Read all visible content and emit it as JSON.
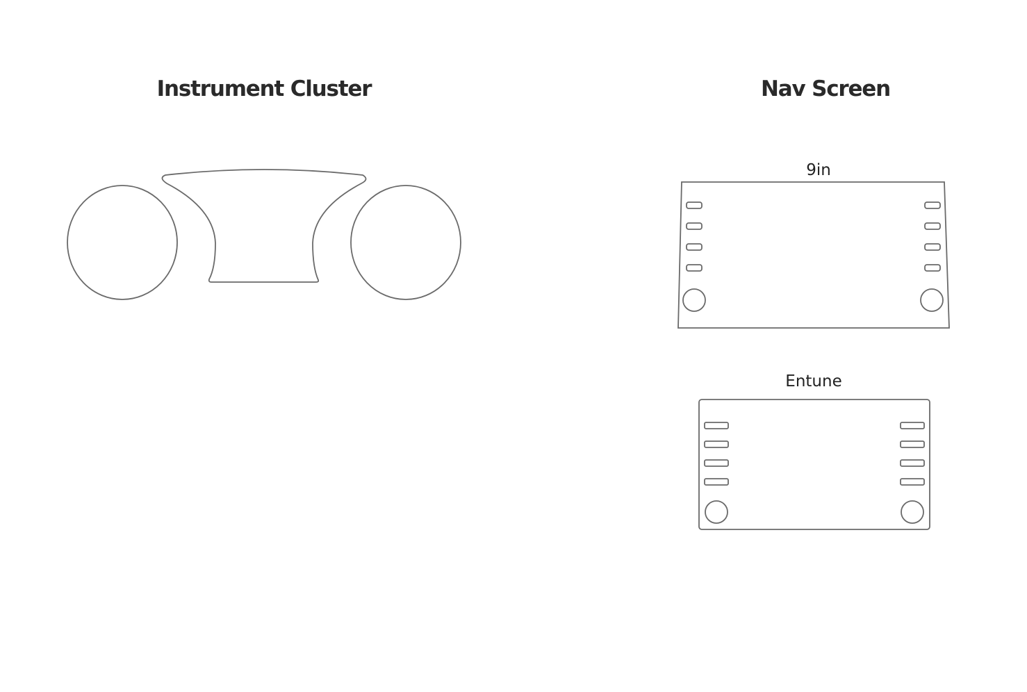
{
  "sections": {
    "cluster": {
      "title": "Instrument Cluster"
    },
    "nav": {
      "title": "Nav Screen",
      "screens": [
        {
          "label": "9in"
        },
        {
          "label": "Entune"
        }
      ]
    }
  },
  "colors": {
    "outline": "#6a6a6a",
    "text": "#2a2a2a",
    "background": "#ffffff"
  }
}
